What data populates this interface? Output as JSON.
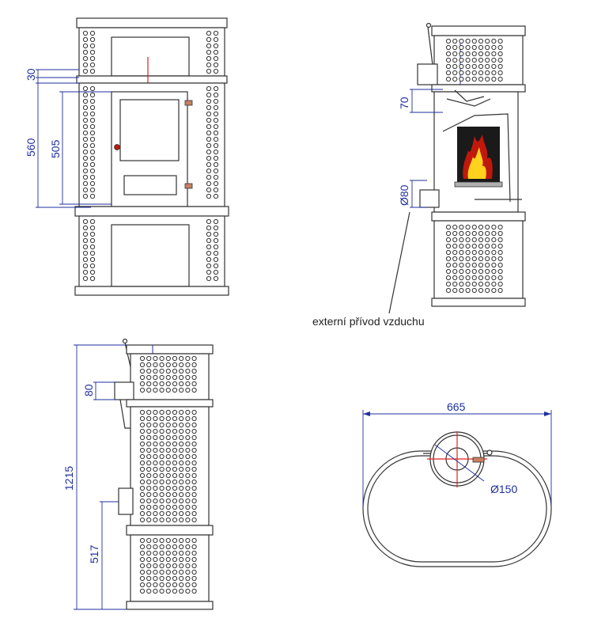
{
  "colors": {
    "line": "#333333",
    "dimension": "#1f2f9e",
    "centerline": "#e02020",
    "fire_outer": "#c0180c",
    "fire_inner": "#ffd21e",
    "firebox": "#1a1a1a"
  },
  "dimensions": {
    "front_upper_gap": "30",
    "front_door_zone": "560",
    "front_door_height": "505",
    "section_flue_height": "70",
    "section_air_inlet_diameter": "Ø80",
    "side_flue_height": "80",
    "side_total_height": "1215",
    "side_air_inlet_height": "517",
    "top_width": "665",
    "top_flue_diameter": "Ø150"
  },
  "labels": {
    "external_air_supply": "externí přívod vzduchu"
  },
  "icons": {
    "flame": "flame-icon",
    "door_knob": "knob-icon",
    "hinge": "hinge-icon"
  }
}
